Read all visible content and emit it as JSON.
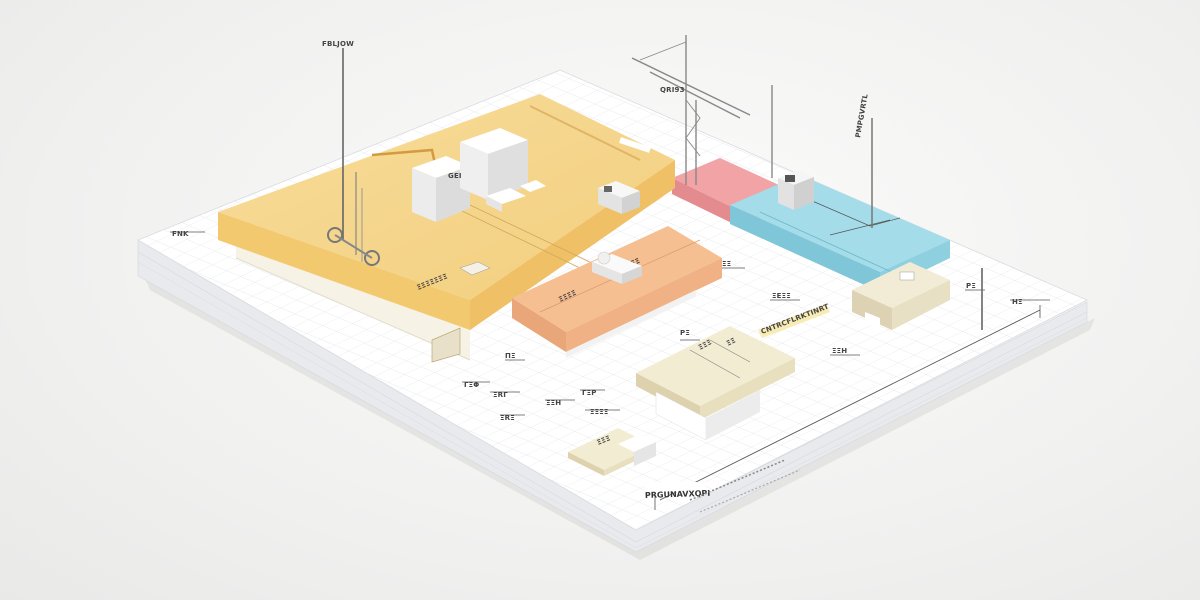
{
  "labels": {
    "mast_left": "FBLJOW",
    "mast_center": "QRI93",
    "mast_right": "PMPGVRTL",
    "main_block": "GEI",
    "footer_title": "PRGUNAVXQPI",
    "note_yellow": "CNTRCFLRKTINRT"
  },
  "colors": {
    "yellow_slab": "#f6d68c",
    "orange_slab": "#f4b98a",
    "pink_slab": "#f2a3a6",
    "blue_slab": "#9fd9e6",
    "cream_block": "#efe8cf",
    "sheet": "#ffffff",
    "grid": "#e1e3e6"
  }
}
